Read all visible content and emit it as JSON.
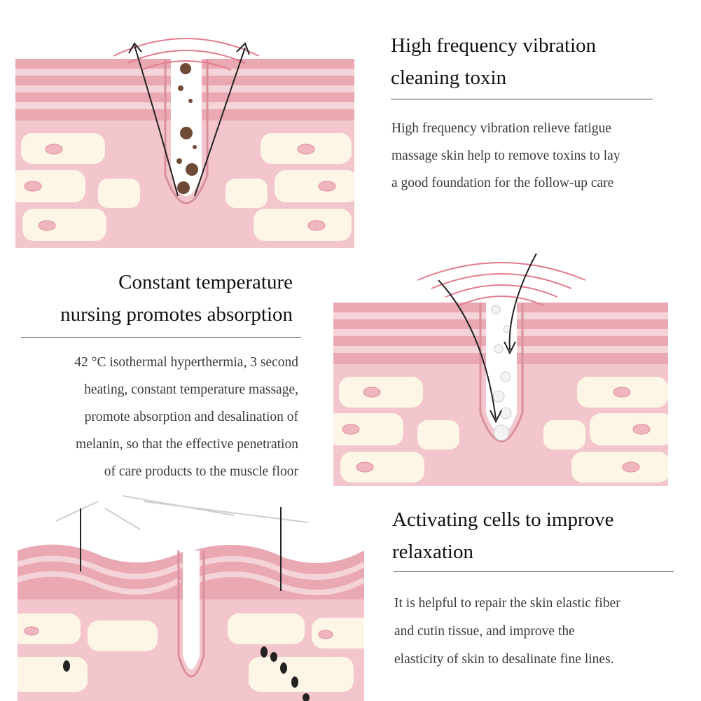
{
  "sections": [
    {
      "title_lines": [
        "High frequency vibration",
        "cleaning toxin"
      ],
      "body_lines": [
        "High frequency vibration relieve fatigue",
        "massage skin help to remove toxins to lay",
        "a good foundation for the follow-up care"
      ]
    },
    {
      "title_lines": [
        "Constant temperature",
        "nursing promotes absorption"
      ],
      "body_lines": [
        "42 °C isothermal hyperthermia, 3 second",
        "heating, constant temperature massage,",
        "promote absorption and desalination of",
        "melanin, so that the effective penetration",
        "of care products to the muscle floor"
      ]
    },
    {
      "title_lines": [
        "Activating cells to improve",
        "relaxation"
      ],
      "body_lines": [
        "It is helpful to repair the skin elastic fiber",
        "and cutin tissue, and improve the",
        "elasticity of skin to desalinate fine lines."
      ]
    }
  ],
  "colors": {
    "skin_stripe_dark": "#e9a8b2",
    "skin_stripe_light": "#f5d4d9",
    "dermis": "#f2c6cc",
    "cell_fill": "#fdf6e6",
    "nucleus": "#f0b6c0",
    "wave": "#e37b8e",
    "toxin": "#6e4a36"
  }
}
